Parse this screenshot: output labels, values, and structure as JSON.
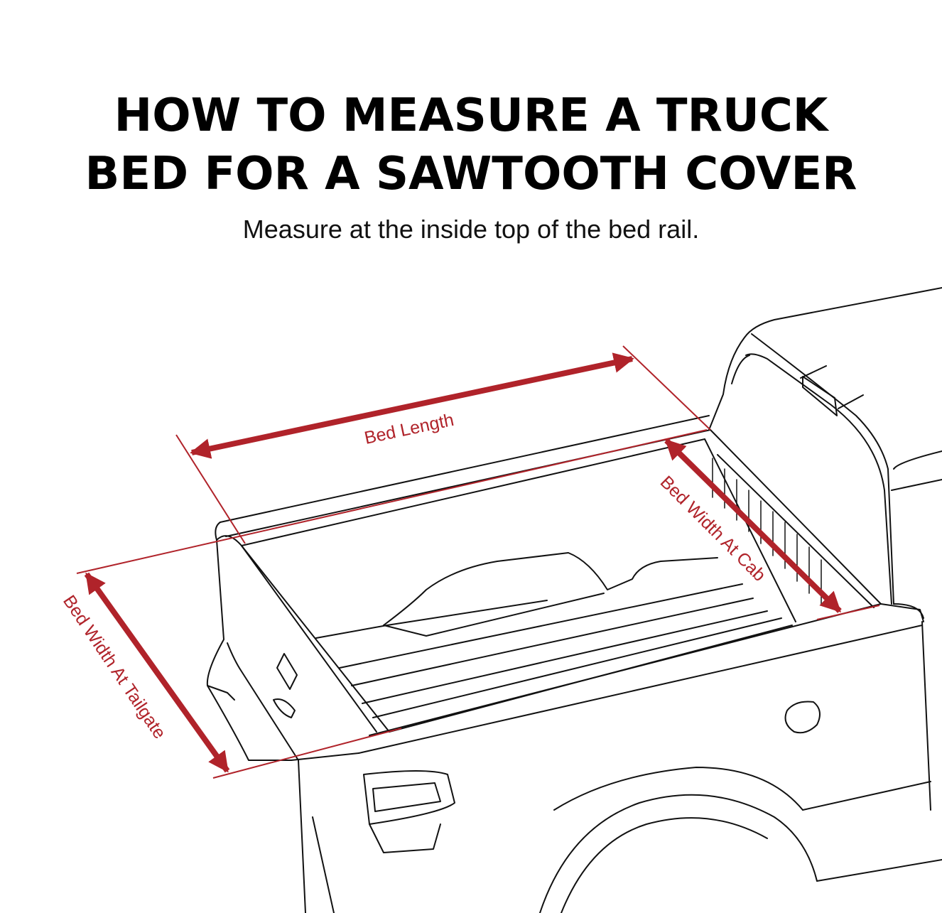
{
  "header": {
    "title_line1": "HOW TO MEASURE A TRUCK",
    "title_line2": "BED FOR A SAWTOOTH COVER",
    "subtitle": "Measure at the inside top of the bed rail."
  },
  "measurements": {
    "bed_length": "Bed Length",
    "bed_width_cab": "Bed Width At Cab",
    "bed_width_tailgate": "Bed Width At Tailgate"
  },
  "colors": {
    "accent": "#b0232a",
    "line": "#111111"
  },
  "icons": {
    "truck": "truck-bed-line-drawing"
  }
}
